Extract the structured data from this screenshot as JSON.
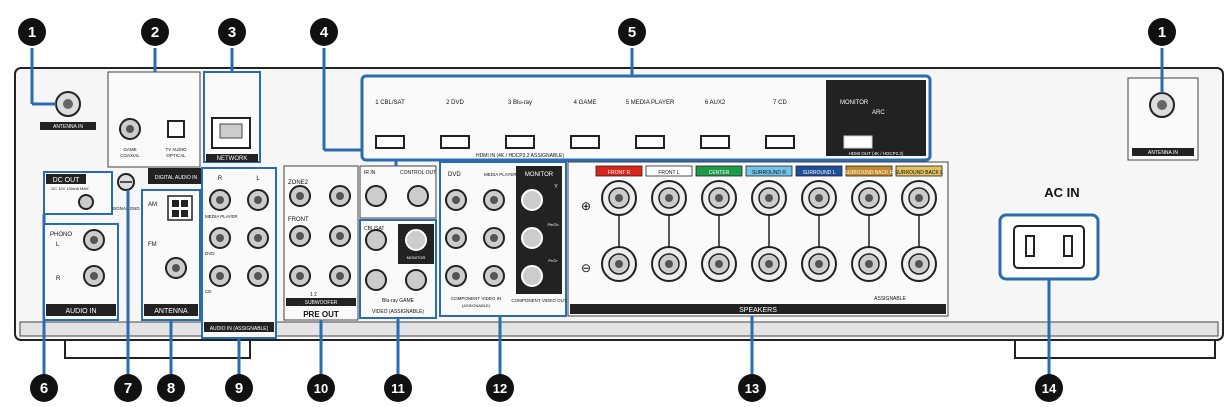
{
  "callouts": [
    "1",
    "2",
    "3",
    "4",
    "5",
    "1",
    "6",
    "7",
    "8",
    "9",
    "10",
    "11",
    "12",
    "13",
    "14"
  ],
  "labels": {
    "ant_left": "ANTENNA IN",
    "ant_right": "ANTENNA IN",
    "digital_coax": "COAXIAL",
    "digital_opt": "OPTICAL",
    "digital_coax_sub": "GAME",
    "digital_opt_sub": "TV AUDIO",
    "digital_title": "DIGITAL AUDIO IN",
    "network": "NETWORK",
    "dc_out": "DC OUT",
    "dc_out_sub": "DC 12V 150mA MAX",
    "signal_gnd": "SIGNAL GND",
    "am": "AM",
    "fm": "FM",
    "antenna": "ANTENNA",
    "phono": "PHONO",
    "phono_l": "L",
    "phono_r": "R",
    "audio_in": "AUDIO IN",
    "audio_in_assign": "AUDIO IN (ASSIGNABLE)",
    "audio_l": "L",
    "audio_r": "R",
    "audio_media": "MEDIA PLAYER",
    "audio_dvd": "DVD",
    "audio_cd": "CD",
    "zone2": "ZONE2",
    "front": "FRONT",
    "subwoofer": "SUBWOOFER",
    "sub_12": "1   2",
    "pre_out": "PRE OUT",
    "ir_in": "IR IN",
    "control_out": "CONTROL OUT",
    "cbl_sat": "CBL/SAT",
    "video_monitor": "MONITOR",
    "bluray_game": "Blu-ray   GAME",
    "video_assign": "VIDEO (ASSIGNABLE)",
    "comp_dvd": "DVD",
    "comp_media": "MEDIA PLAYER",
    "comp_in": "COMPONENT VIDEO IN",
    "comp_in_sub": "(ASSIGNABLE)",
    "comp_monitor": "MONITOR",
    "comp_y": "Y",
    "comp_pb": "Pb/Cb",
    "comp_pr": "Pr/Cr",
    "comp_out": "COMPONENT VIDEO OUT",
    "hdmi_in_title": "HDMI IN (4K / HDCP2.2 ASSIGNABLE)",
    "hdmi_out_title": "HDMI OUT (4K / HDCP2.2)",
    "hdmi_monitor": "MONITOR",
    "hdmi_arc": "ARC",
    "speakers": "SPEAKERS",
    "assignable": "ASSIGNABLE",
    "ac_in": "AC IN",
    "plus": "⊕",
    "minus": "⊖"
  },
  "hdmi_inputs": [
    "1  CBL/SAT",
    "2  DVD",
    "3  Blu-ray",
    "4  GAME",
    "5  MEDIA PLAYER",
    "6  AUX2",
    "7  CD"
  ],
  "speaker_channels": [
    {
      "label": "FRONT R",
      "color": "#d9261c"
    },
    {
      "label": "FRONT L",
      "color": "#ffffff"
    },
    {
      "label": "CENTER",
      "color": "#1f9a4a"
    },
    {
      "label": "SURROUND R",
      "color": "#6fc3e6"
    },
    {
      "label": "SURROUND L",
      "color": "#1f4f9a"
    },
    {
      "label": "SURROUND BACK R",
      "color": "#c28a2a"
    },
    {
      "label": "SURROUND BACK L",
      "color": "#e0c060"
    }
  ],
  "colors": {
    "highlight": "#2b6cb0",
    "callout": "#111111",
    "panel": "#f2f2f2",
    "outline": "#333333"
  }
}
